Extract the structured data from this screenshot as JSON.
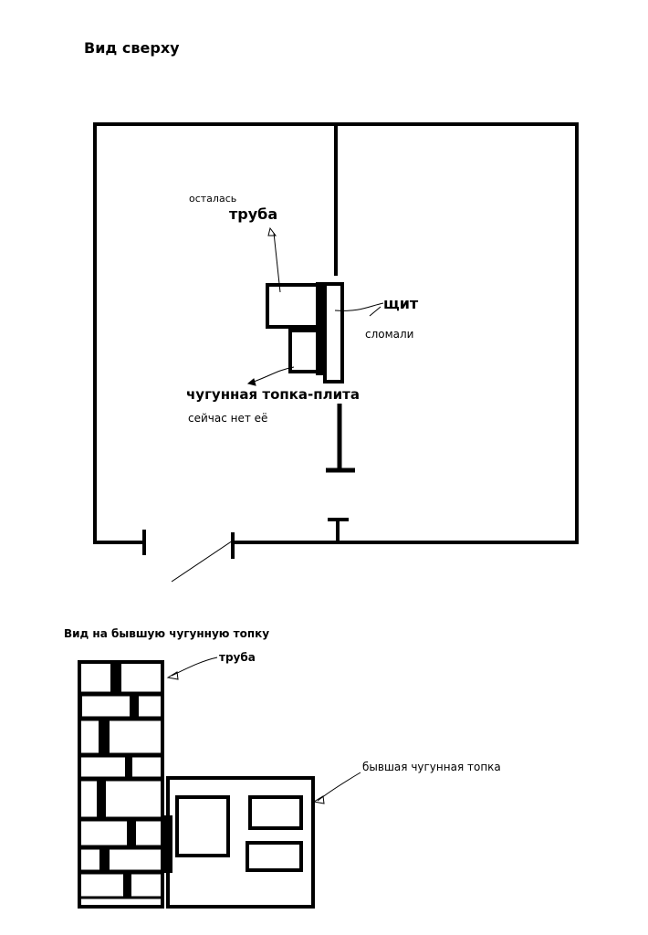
{
  "top_view": {
    "title": "Вид сверху",
    "label_remaining": "осталась",
    "label_pipe": "труба",
    "label_shield": "щит",
    "label_broken": "сломали",
    "label_stove": "чугунная топка-плита",
    "label_gone": "сейчас нет её"
  },
  "front_view": {
    "title": "Вид на бывшую чугунную топку",
    "label_pipe": "труба",
    "label_stove": "бывшая чугунная топка"
  },
  "colors": {
    "ink": "#000000",
    "background": "#ffffff"
  }
}
